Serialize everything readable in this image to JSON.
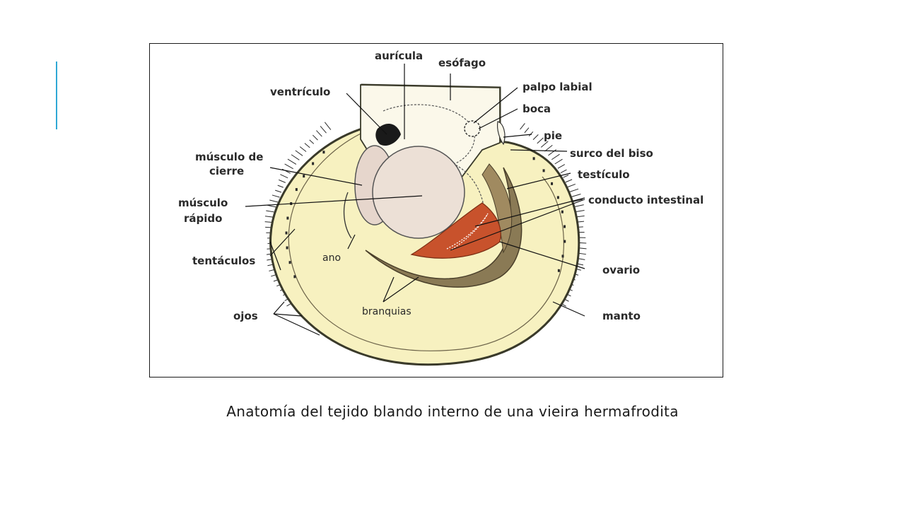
{
  "caption": "Anatomía del tejido blando interno de una vieira hermafrodita",
  "labels": {
    "auricula": "aurícula",
    "esofago": "esófago",
    "ventriculo": "ventrículo",
    "palpo_labial": "palpo labial",
    "boca": "boca",
    "pie": "pie",
    "surco_del_biso": "surco del biso",
    "musculo_de_cierre_1": "músculo de",
    "musculo_de_cierre_2": "cierre",
    "testiculo": "testículo",
    "musculo_rapido_1": "músculo",
    "musculo_rapido_2": "rápido",
    "conducto_intestinal": "conducto intestinal",
    "tentaculos": "tentáculos",
    "ano": "ano",
    "ovario": "ovario",
    "ojos": "ojos",
    "branquias": "branquias",
    "manto": "manto"
  },
  "colors": {
    "accent": "#2fa8d5",
    "mantle": "#f7f1c0",
    "shell_edge": "#3a3a2a",
    "muscle": "#e9dcd3",
    "ovary": "#c8522c",
    "gill": "#8a7a55"
  }
}
